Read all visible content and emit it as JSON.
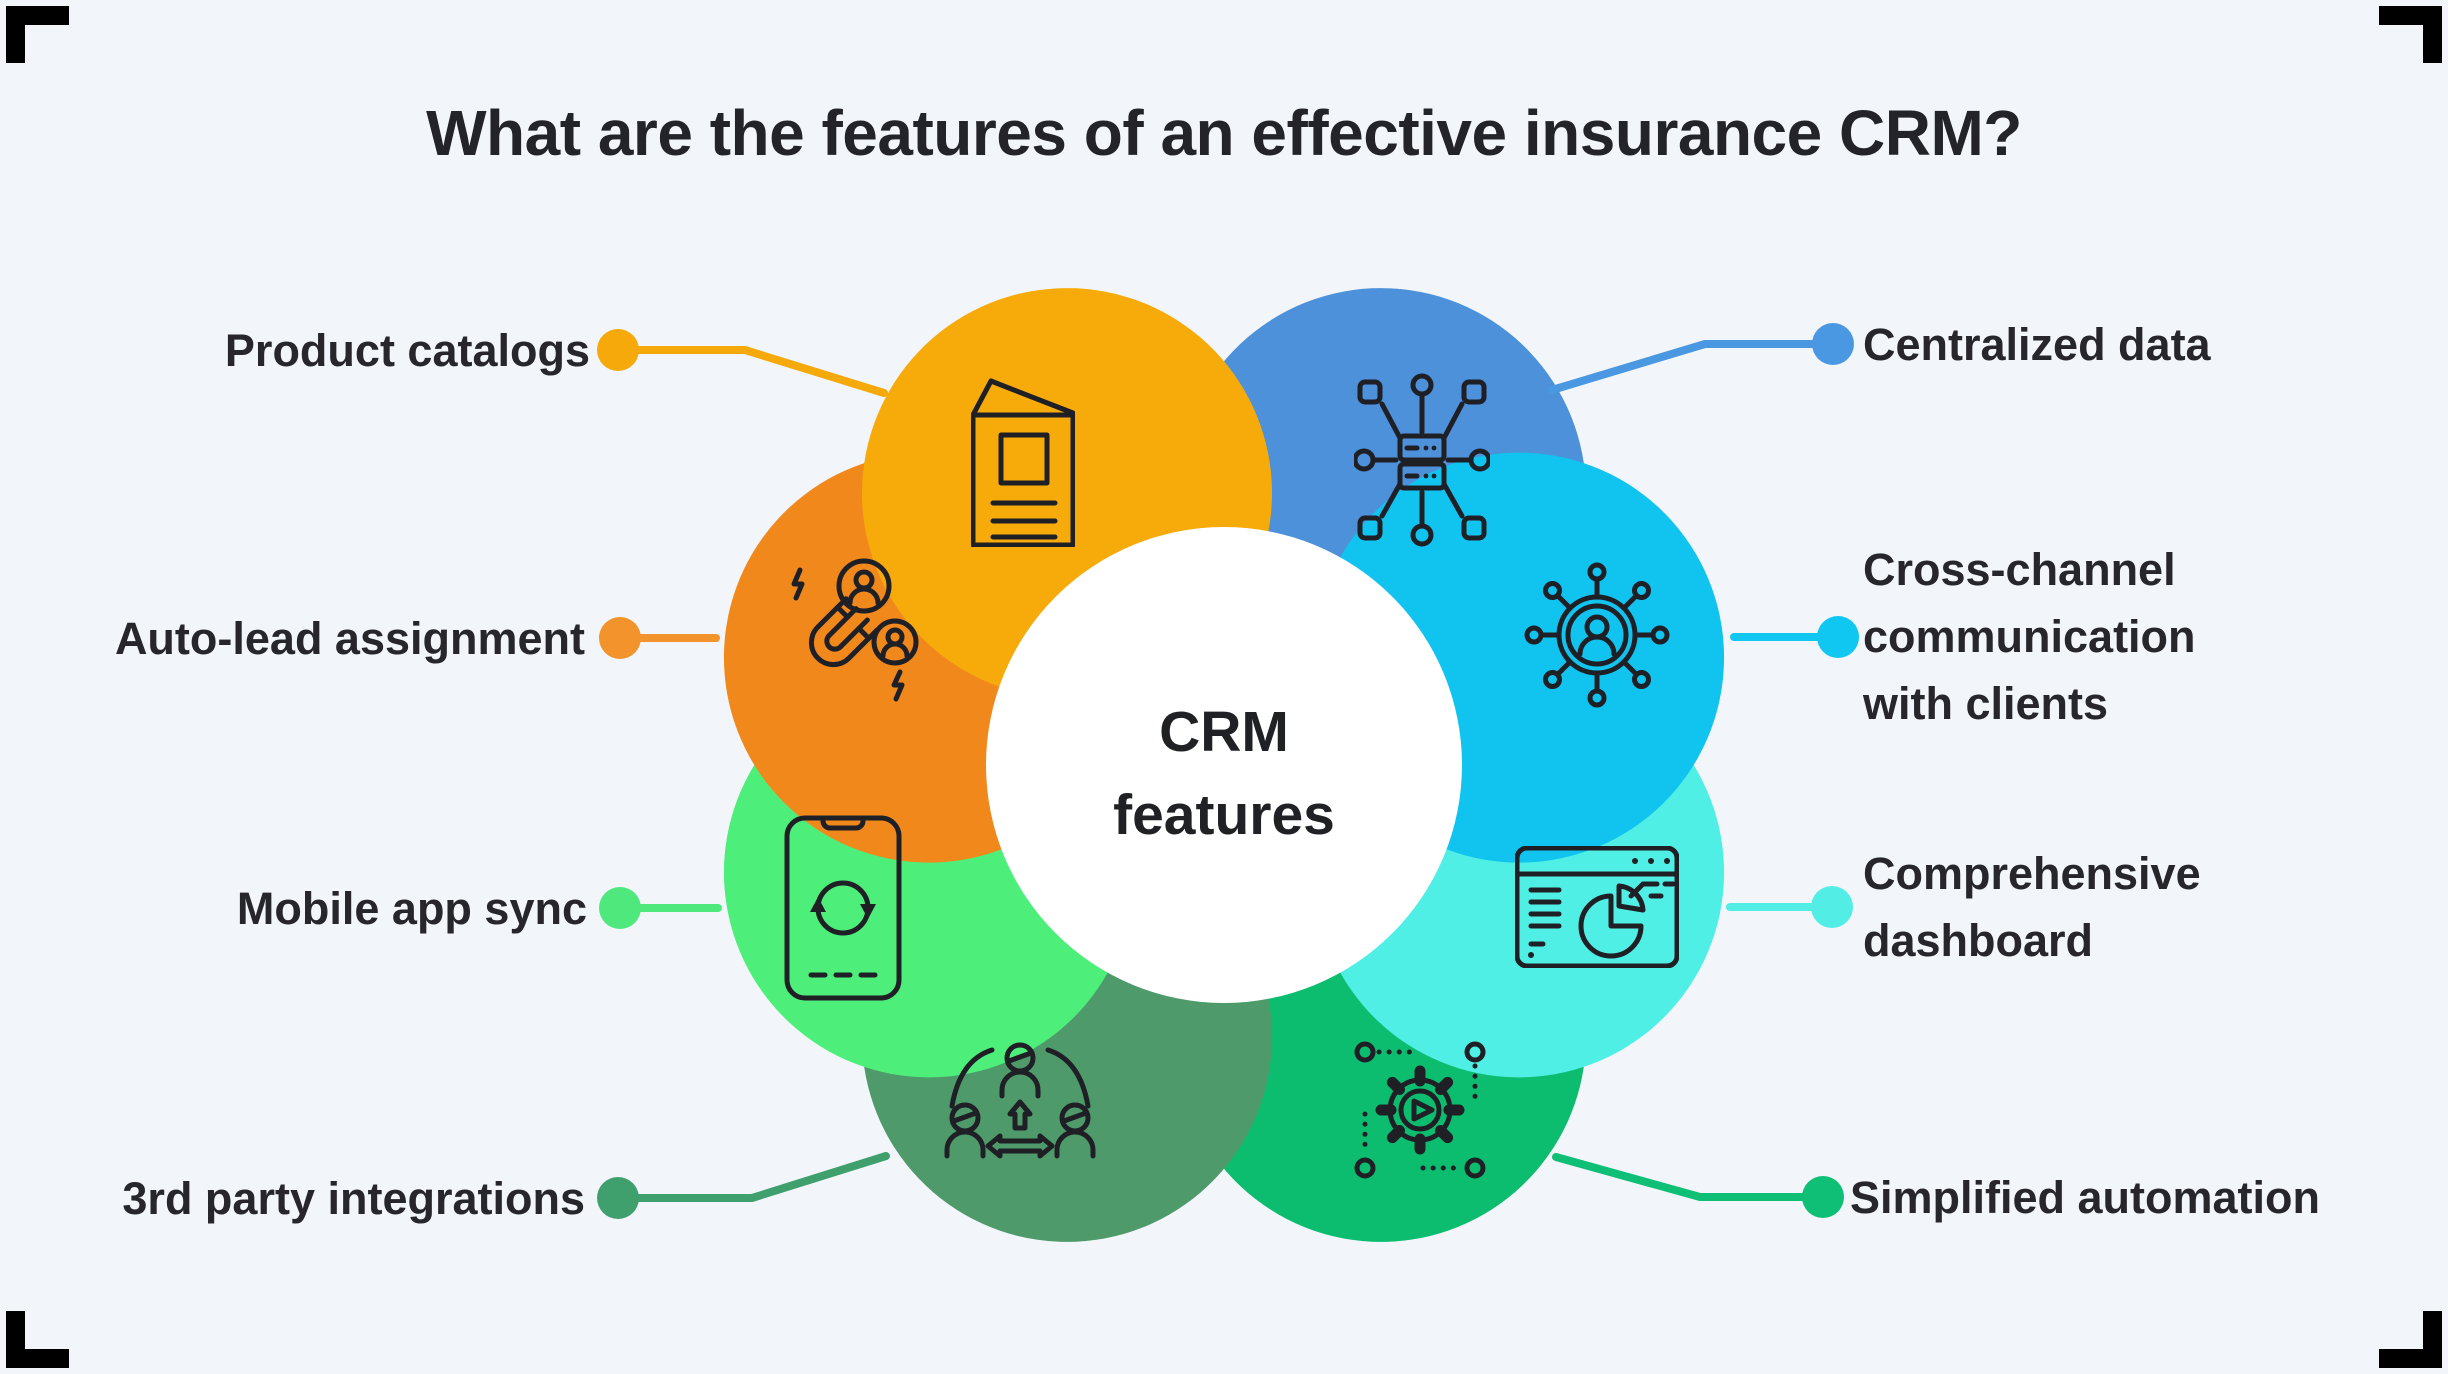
{
  "title": "What are the features of an effective insurance CRM?",
  "center": {
    "label": "CRM\nfeatures"
  },
  "features": [
    {
      "id": "product-catalogs",
      "label": "Product catalogs",
      "side": "left",
      "petal_color": "#F7AB0B",
      "accent": "#F5A90B",
      "icon": "brochure-icon"
    },
    {
      "id": "centralized-data",
      "label": "Centralized data",
      "side": "right",
      "petal_color": "#4C91DA",
      "accent": "#4A97E2",
      "icon": "data-network-icon"
    },
    {
      "id": "auto-lead-assignment",
      "label": "Auto-lead assignment",
      "side": "left",
      "petal_color": "#F1881C",
      "accent": "#F2932C",
      "icon": "magnet-leads-icon"
    },
    {
      "id": "cross-channel-communication",
      "label": "Cross-channel communication with clients",
      "side": "right",
      "petal_color": "#11C3EF",
      "accent": "#10C7F2",
      "icon": "person-hub-icon"
    },
    {
      "id": "mobile-app-sync",
      "label": "Mobile app sync",
      "side": "left",
      "petal_color": "#4EEE7B",
      "accent": "#4EE87D",
      "icon": "phone-sync-icon"
    },
    {
      "id": "comprehensive-dashboard",
      "label": "Comprehensive dashboard",
      "side": "right",
      "petal_color": "#4FEFE5",
      "accent": "#52EDE4",
      "icon": "dashboard-pie-icon"
    },
    {
      "id": "third-party-integrations",
      "label": "3rd party integrations",
      "side": "left",
      "petal_color": "#4F9A6B",
      "accent": "#3FA06E",
      "icon": "people-network-icon"
    },
    {
      "id": "simplified-automation",
      "label": "Simplified automation",
      "side": "right",
      "petal_color": "#0CBD70",
      "accent": "#0FBF75",
      "icon": "gear-play-icon"
    }
  ],
  "colors": {
    "background": "#F2F6FB",
    "title_text": "#23242A",
    "label_text": "#26262B",
    "icon_stroke": "#1F2026",
    "center_background": "#FFFFFF"
  }
}
